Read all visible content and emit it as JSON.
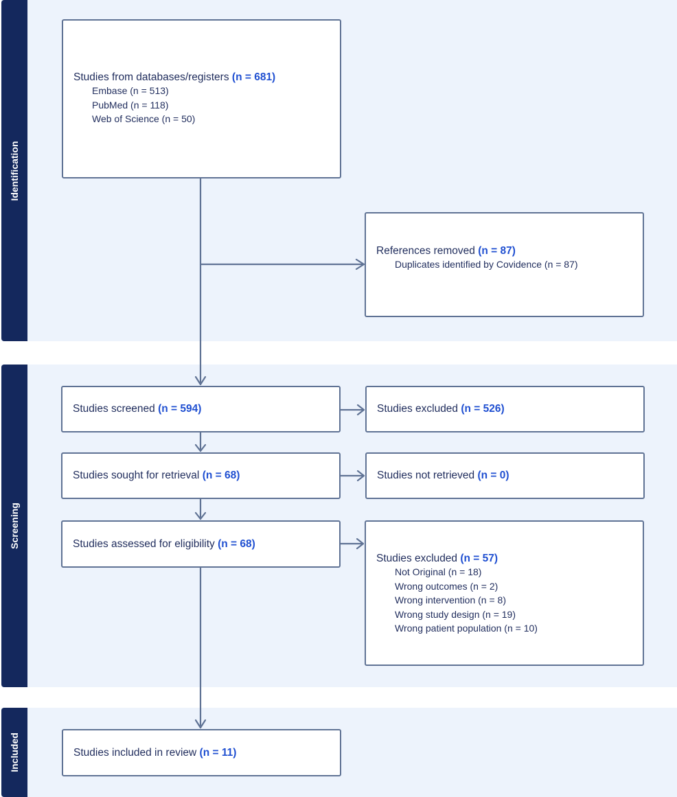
{
  "stages": {
    "identification": "Identification",
    "screening": "Screening",
    "included": "Included"
  },
  "boxes": {
    "databases": {
      "label": "Studies from databases/registers",
      "count": "(n = 681)",
      "items": [
        "Embase (n = 513)",
        "PubMed (n = 118)",
        "Web of Science (n = 50)"
      ]
    },
    "removed": {
      "label": "References removed",
      "count": "(n = 87)",
      "items": [
        "Duplicates identified by Covidence (n = 87)"
      ]
    },
    "screened": {
      "label": "Studies screened",
      "count": "(n = 594)"
    },
    "excluded_screen": {
      "label": "Studies excluded",
      "count": "(n = 526)"
    },
    "sought": {
      "label": "Studies sought for retrieval",
      "count": "(n = 68)"
    },
    "not_retrieved": {
      "label": "Studies not retrieved",
      "count": "(n = 0)"
    },
    "assessed": {
      "label": "Studies assessed for eligibility",
      "count": "(n = 68)"
    },
    "excluded_full": {
      "label": "Studies excluded",
      "count": "(n = 57)",
      "items": [
        "Not Original (n = 18)",
        "Wrong outcomes (n = 2)",
        "Wrong intervention (n = 8)",
        "Wrong study design (n = 19)",
        "Wrong patient population (n = 10)"
      ]
    },
    "included": {
      "label": "Studies included in review",
      "count": "(n = 11)"
    }
  },
  "colors": {
    "band": "#edf3fc",
    "stage": "#14285d",
    "box_border": "#5f7294",
    "count": "#1f4fd1",
    "arrow": "#5f7294"
  }
}
